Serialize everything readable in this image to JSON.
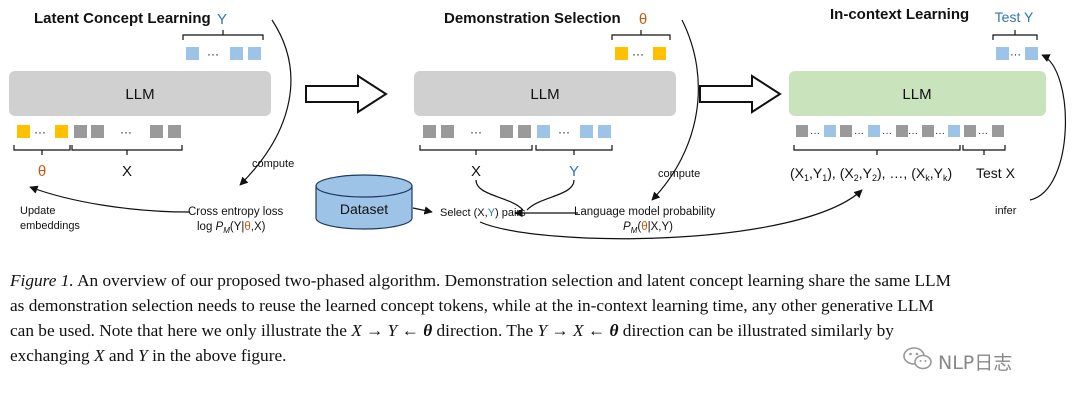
{
  "figure": {
    "panel1": {
      "title": "Latent Concept Learning",
      "y_label": "Y",
      "llm_label": "LLM",
      "dots": "···",
      "theta_label": "θ",
      "x_label": "X",
      "update_label": [
        "Update",
        "embeddings"
      ],
      "compute_label": "compute",
      "loss_label": "Cross entropy loss",
      "loss_formula": {
        "pre": "log ",
        "p": "P",
        "sub": "M",
        "args_open": "(Y|",
        "theta": "θ",
        "args_close": ",X)"
      }
    },
    "panel2": {
      "title": "Demonstration Selection",
      "theta_label": "θ",
      "llm_label": "LLM",
      "dots": "···",
      "x_label": "X",
      "y_label": "Y",
      "compute_label": "compute",
      "dataset_label": "Dataset",
      "select_label": {
        "pre": "Select (",
        "x": "X",
        "comma": ",",
        "y": "Y",
        "post": ") pairs"
      },
      "prob_label": "Language model probability",
      "prob_formula": {
        "p": "P",
        "sub": "M",
        "open": "(",
        "theta": "θ",
        "rest": "|X,Y)"
      }
    },
    "panel3": {
      "title": "In-context Learning",
      "test_y_label": "Test Y",
      "llm_label": "LLM",
      "dots": "···",
      "pairs_label": {
        "open": "(X",
        "s1": "1",
        "c1": ",Y",
        "t1": "1",
        "mid1": "), (X",
        "s2": "2",
        "c2": ",Y",
        "t2": "2",
        "mid2": "), …, (X",
        "sk": "k",
        "ck": ",Y",
        "tk": "k",
        "end": ")"
      },
      "test_x_label": "Test X",
      "infer_label": "infer"
    }
  },
  "caption": {
    "figure_label": "Figure 1.",
    "line1": "An overview of our proposed two-phased algorithm. Demonstration selection and latent concept learning share the same LLM",
    "line2": "as demonstration selection needs to reuse the learned concept tokens, while at the in-context learning time, any other generative LLM",
    "line3_a": "can be used. Note that here we only illustrate the ",
    "line3_x": "X",
    "arrow_r": " → ",
    "line3_y": "Y",
    "arrow_l": " ← ",
    "theta": "θ",
    "line3_b": " direction. The ",
    "line3_y2": "Y",
    "line3_x2": "X",
    "line3_c": " direction can be illustrated similarly by",
    "line4_a": "exchanging ",
    "line4_x": "X",
    "line4_and": " and ",
    "line4_y": "Y",
    "line4_b": " in the above figure."
  },
  "watermark": "NLP日志",
  "colors": {
    "llm_gray": "#d0d0d0",
    "llm_green": "#c9e4bd",
    "token_blue": "#9dc3e6",
    "token_yellow": "#ffc000",
    "token_gray": "#9a9a9a",
    "accent_orange": "#c55a11",
    "label_blue": "#2e75b6",
    "dataset_blue": "#9dc3e6"
  }
}
